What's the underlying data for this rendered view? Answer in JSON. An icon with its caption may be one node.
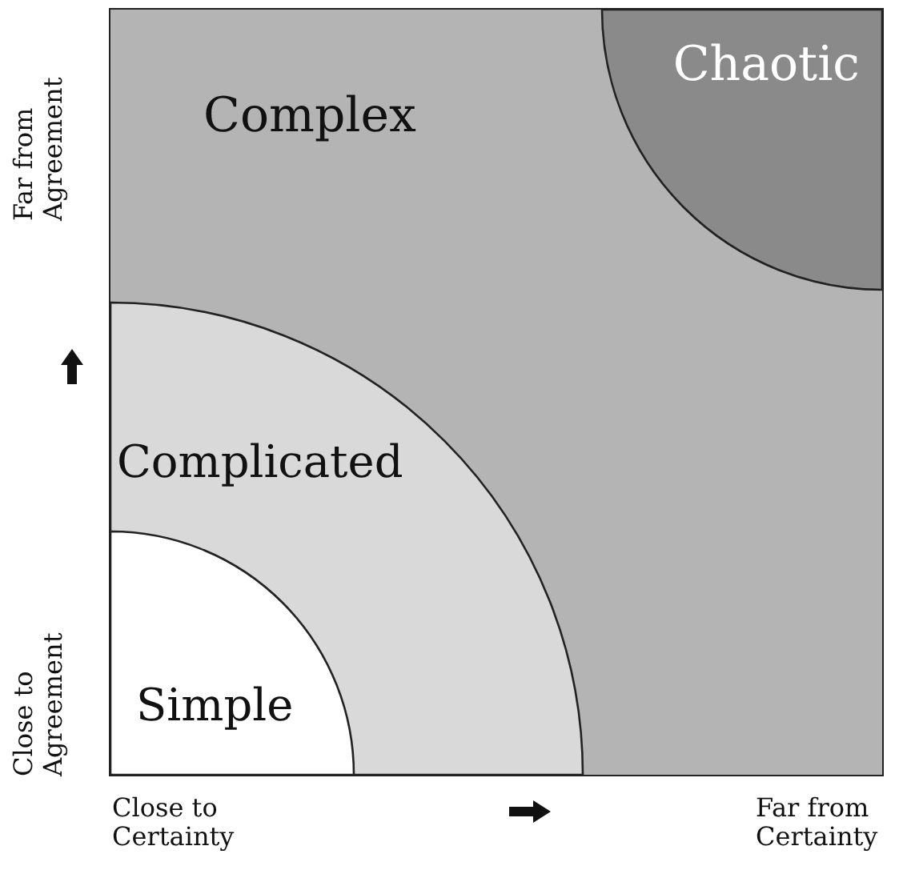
{
  "diagram": {
    "nodes": [
      {
        "text": [
          "Complex"
        ]
      },
      {
        "text": [
          "Chaotic"
        ],
        "in": 0
      },
      {
        "text": [
          "Complicated"
        ],
        "in": 0
      },
      {
        "text": [
          "Simple"
        ],
        "in": 2
      }
    ],
    "labels": [
      "Far from Agreement",
      "Close to Agreement",
      "Close to Certainty",
      "Far from Certainty"
    ]
  }
}
